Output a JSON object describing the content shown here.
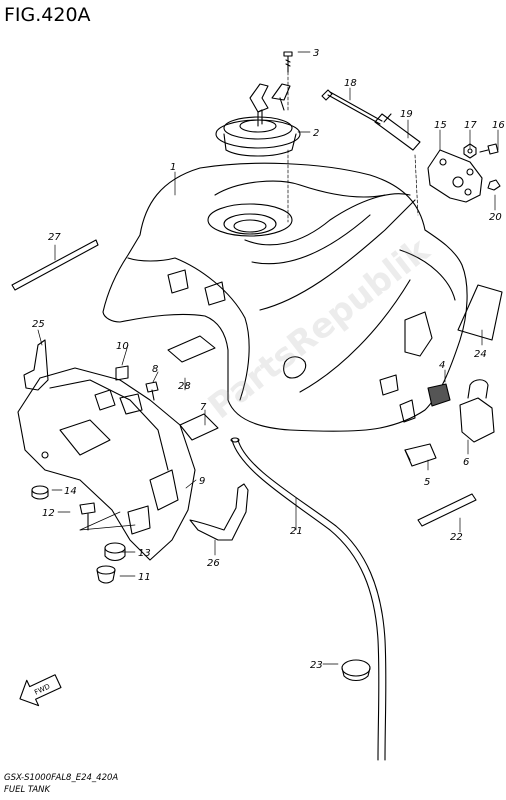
{
  "figure_title": "FIG.420A",
  "footer": {
    "model_code": "GSX-S1000FAL8_E24_420A",
    "section_name": "FUEL TANK"
  },
  "fwd_label": "FWD",
  "watermark_text": "PartsRepublik",
  "callouts": [
    {
      "id": "part-1",
      "label": "1"
    },
    {
      "id": "part-2",
      "label": "2"
    },
    {
      "id": "part-3",
      "label": "3"
    },
    {
      "id": "part-4",
      "label": "4"
    },
    {
      "id": "part-5",
      "label": "5"
    },
    {
      "id": "part-6",
      "label": "6"
    },
    {
      "id": "part-7",
      "label": "7"
    },
    {
      "id": "part-8",
      "label": "8"
    },
    {
      "id": "part-9",
      "label": "9"
    },
    {
      "id": "part-10",
      "label": "10"
    },
    {
      "id": "part-11",
      "label": "11"
    },
    {
      "id": "part-12",
      "label": "12"
    },
    {
      "id": "part-13",
      "label": "13"
    },
    {
      "id": "part-14",
      "label": "14"
    },
    {
      "id": "part-15",
      "label": "15"
    },
    {
      "id": "part-16",
      "label": "16"
    },
    {
      "id": "part-17",
      "label": "17"
    },
    {
      "id": "part-18",
      "label": "18"
    },
    {
      "id": "part-19",
      "label": "19"
    },
    {
      "id": "part-20",
      "label": "20"
    },
    {
      "id": "part-21",
      "label": "21"
    },
    {
      "id": "part-22",
      "label": "22"
    },
    {
      "id": "part-23",
      "label": "23"
    },
    {
      "id": "part-24",
      "label": "24"
    },
    {
      "id": "part-25",
      "label": "25"
    },
    {
      "id": "part-26",
      "label": "26"
    },
    {
      "id": "part-27",
      "label": "27"
    },
    {
      "id": "part-28",
      "label": "28"
    }
  ]
}
